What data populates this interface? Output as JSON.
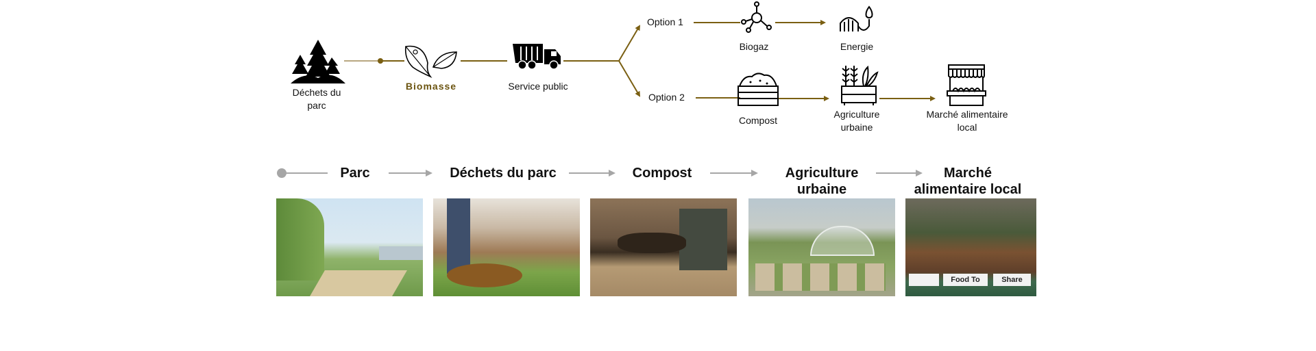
{
  "colors": {
    "flow_line": "#7a5f12",
    "flow_line_light": "#b8a780",
    "biomasse_text": "#6b5410",
    "step_arrow": "#a6a6a6"
  },
  "top_flow": {
    "dechets": "Déchets du\nparc",
    "dechets_l1": "Déchets du",
    "dechets_l2": "parc",
    "biomasse": "Biomasse",
    "service_public": "Service public",
    "option1": "Option 1",
    "option2": "Option 2",
    "biogaz": "Biogaz",
    "energie": "Energie",
    "compost": "Compost",
    "agriculture_l1": "Agriculture",
    "agriculture_l2": "urbaine",
    "marche_l1": "Marché alimentaire",
    "marche_l2": "local"
  },
  "steps": [
    {
      "label": "Parc",
      "photo": "park-photo"
    },
    {
      "label": "Déchets du parc",
      "photo": "raking-leaves-photo"
    },
    {
      "label": "Compost",
      "photo": "compost-bin-photo"
    },
    {
      "label_l1": "Agriculture",
      "label_l2": "urbaine",
      "photo": "urban-garden-photo"
    },
    {
      "label_l1": "Marché",
      "label_l2": "alimentaire local",
      "photo": "raised-bed-photo",
      "sign_text": [
        "Food To",
        "Share"
      ]
    }
  ]
}
